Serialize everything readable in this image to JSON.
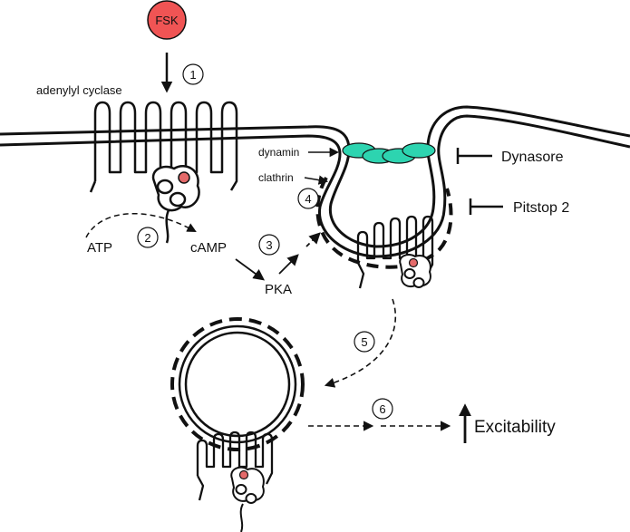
{
  "fsk": {
    "label": "FSK",
    "color": "#f05454"
  },
  "labels": {
    "adenylyl_cyclase": "adenylyl cyclase",
    "dynamin": "dynamin",
    "clathrin": "clathrin",
    "atp": "ATP",
    "camp": "cAMP",
    "pka": "PKA",
    "dynasore": "Dynasore",
    "pitstop": "Pitstop 2",
    "excitability": "Excitability"
  },
  "steps": [
    "1",
    "2",
    "3",
    "4",
    "5",
    "6"
  ],
  "colors": {
    "dynamin": "#2dd4b0",
    "channel_dot": "#e46a6a"
  }
}
